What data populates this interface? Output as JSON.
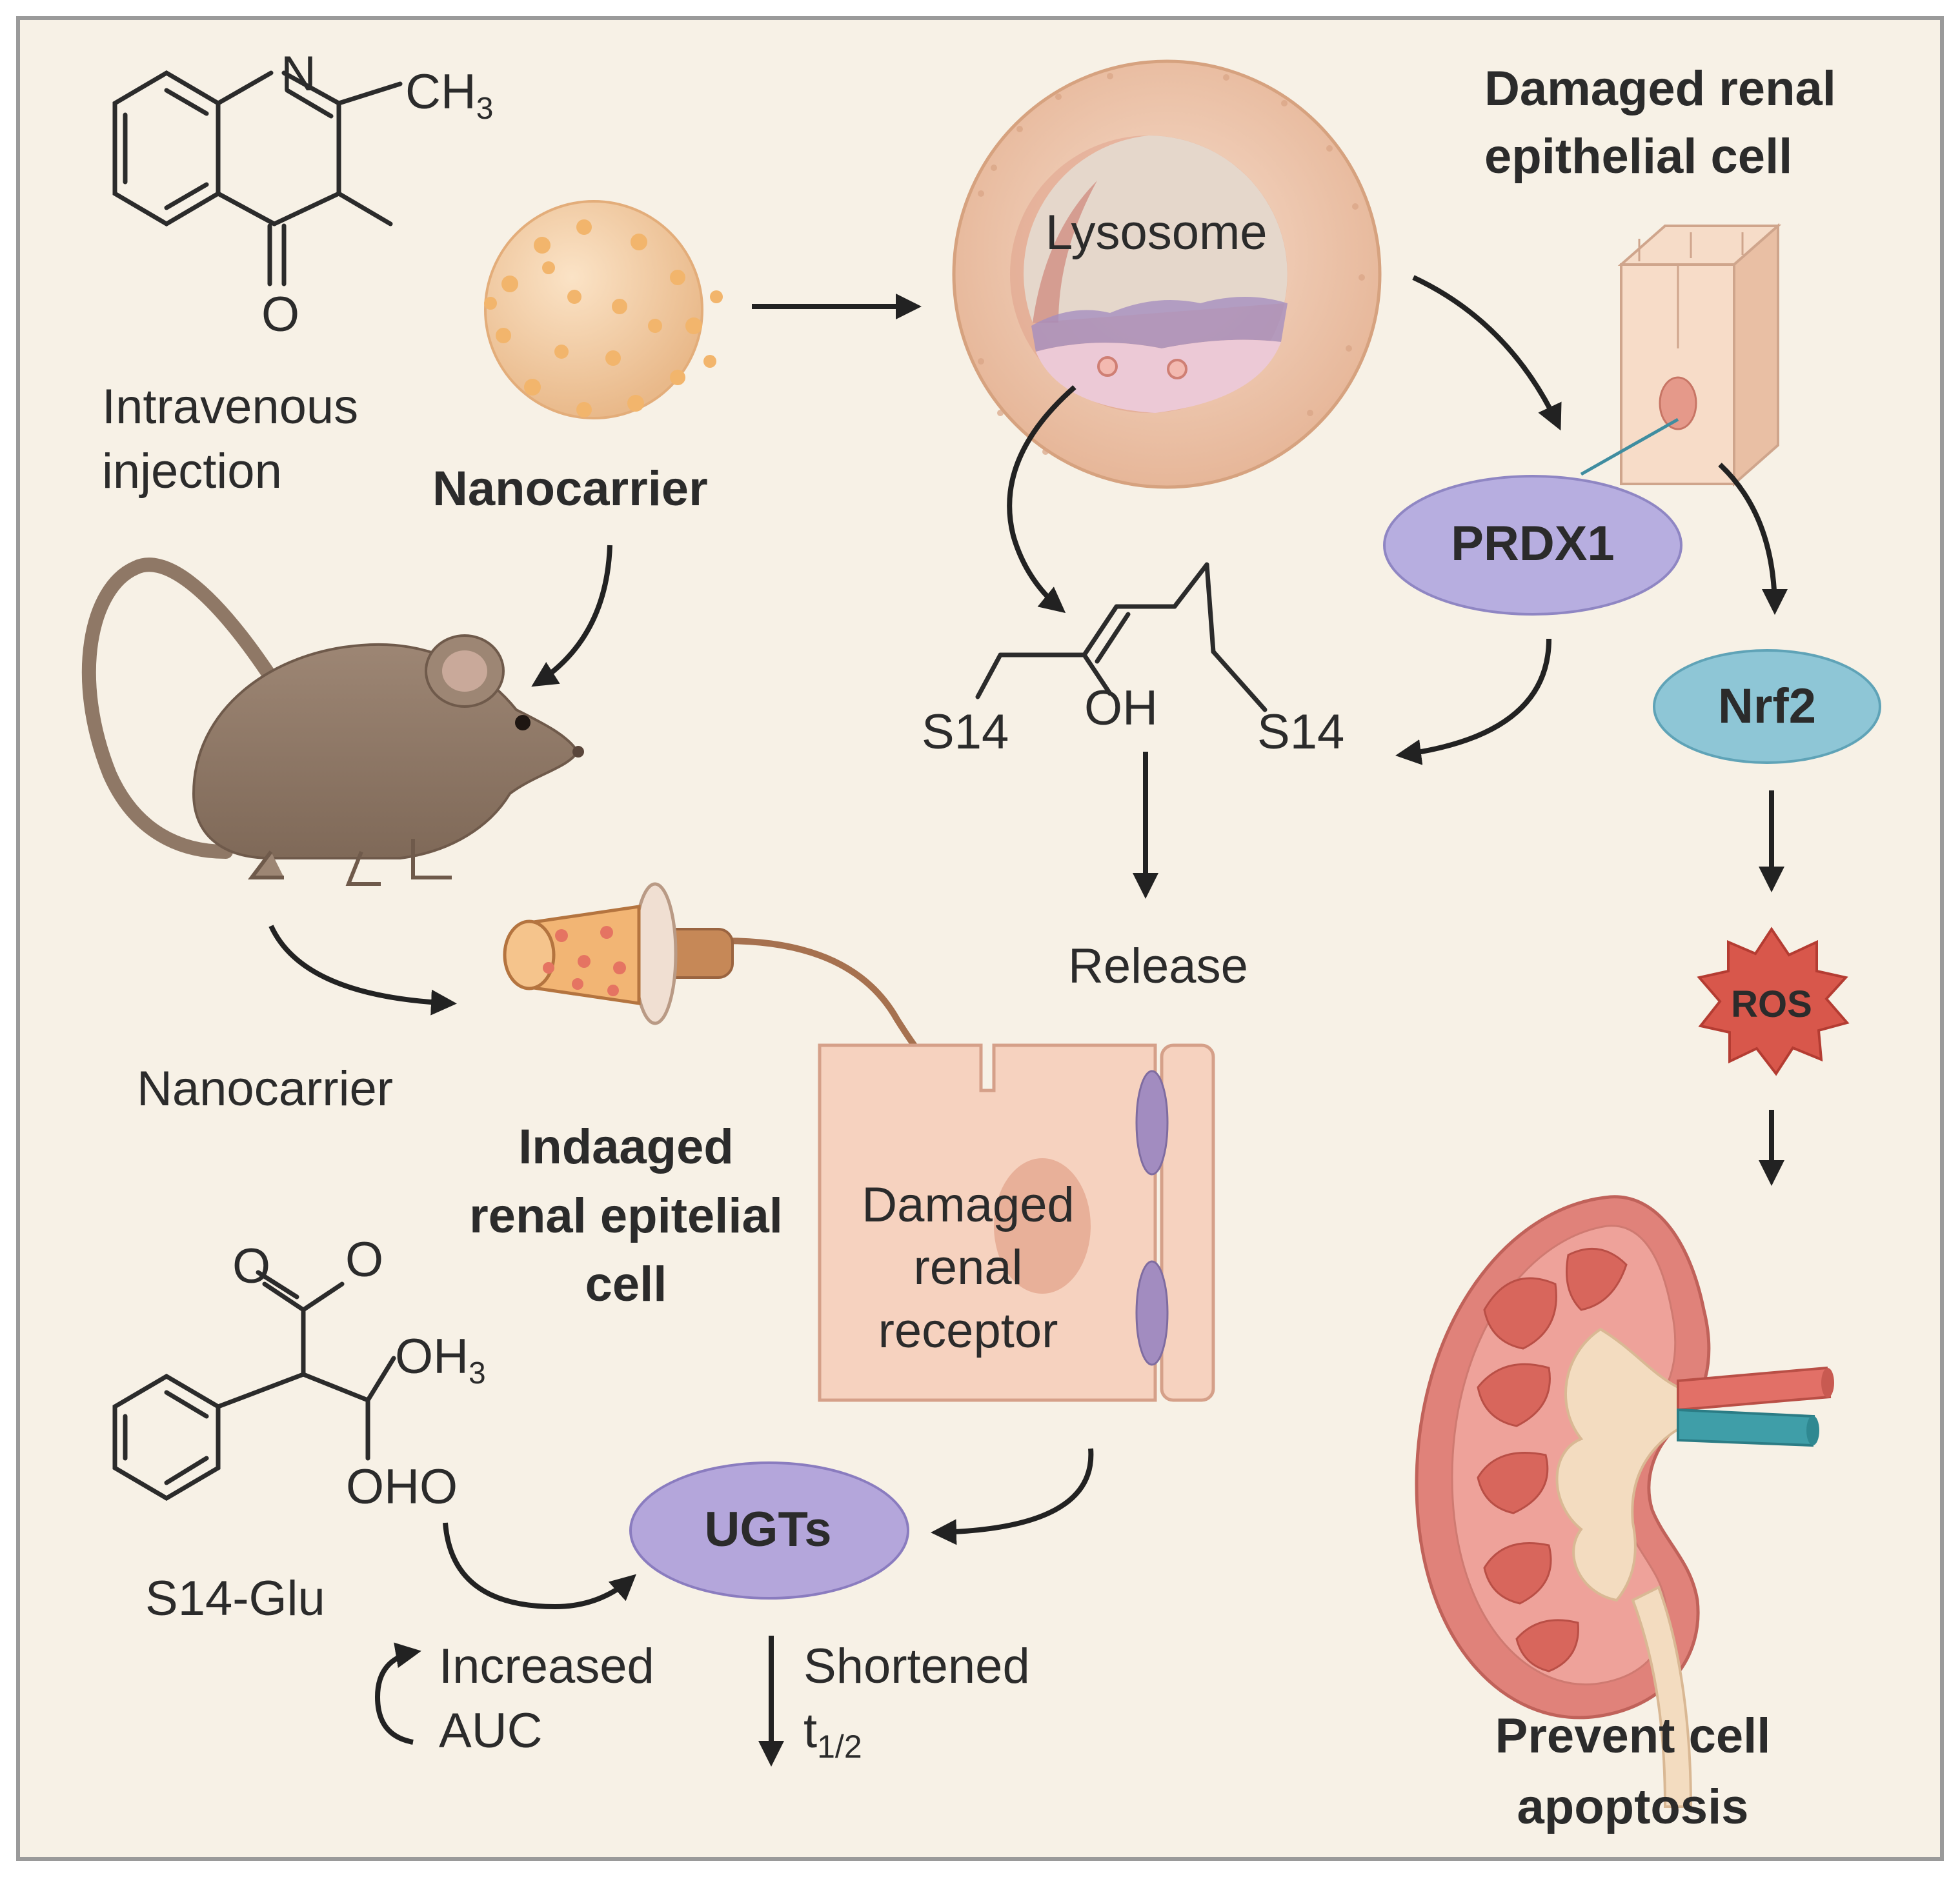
{
  "labels": {
    "iv_line1": "Intravenous",
    "iv_line2": "injection",
    "nanocarrier_top": "Nanocarrier",
    "lysosome": "Lysosome",
    "damaged_cell_title_line1": "Damaged renal",
    "damaged_cell_title_line2": "epithelial cell",
    "prdx1": "PRDX1",
    "nrf2": "Nrf2",
    "ros": "ROS",
    "s14_left": "S14",
    "oh": "OH",
    "s14_right": "S14",
    "release": "Release",
    "nanocarrier_bottom": "Nanocarrier",
    "indaaged_line1": "Indaaged",
    "indaaged_line2": "renal epitelial",
    "indaaged_line3": "cell",
    "receptor_line1": "Damaged",
    "receptor_line2": "renal",
    "receptor_line3": "receptor",
    "ugts": "UGTs",
    "s14glu": "S14-Glu",
    "auc_line1": "Increased",
    "auc_line2": "AUC",
    "t_line1": "Shortened",
    "t_main": "t",
    "t_sub": "1/2",
    "prevent_line1": "Prevent cell",
    "prevent_line2": "apoptosis"
  },
  "structure_atoms": {
    "quinolone_n": "N",
    "quinolone_ch3": "CH",
    "quinolone_ch3_sub": "3",
    "quinolone_o": "O",
    "glu_o1": "O",
    "glu_o2": "O",
    "glu_oh3": "OH",
    "glu_oh3_sub": "3",
    "glu_oho": "OHO"
  },
  "colors": {
    "background": "#f7f1e6",
    "frame": "#9a9a9a",
    "nanocarrier": "#f0c89a",
    "nanocarrier_dots": "#f2b56c",
    "mouse": "#8f7866",
    "lysosome_wall": "#edc3a5",
    "lysosome_inner": "#e7dbd0",
    "lysosome_fluid": "#c8b2d2",
    "cell": "#f6d8c2",
    "prdx1": "#b7aee0",
    "nrf2": "#8ec6d6",
    "ros": "#d8574b",
    "ugts": "#b4a6db",
    "kidney": "#e0827a",
    "kidney_pelvis": "#f3dcc0",
    "arrow": "#222222"
  }
}
